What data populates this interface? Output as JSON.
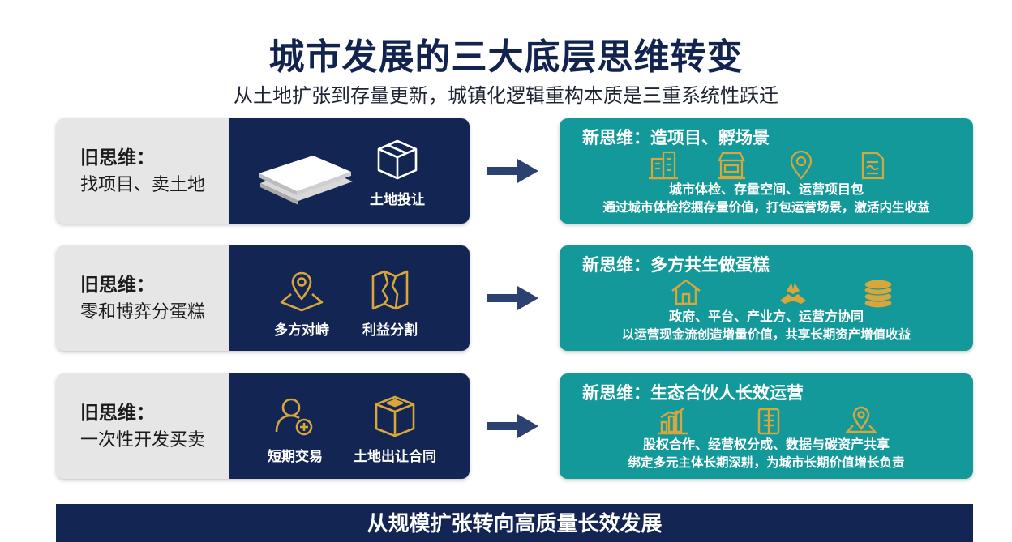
{
  "title": "城市发展的三大底层思维转变",
  "subtitle": "从土地扩张到存量更新，城镇化逻辑重构本质是三重系统性跃迁",
  "rows": [
    {
      "old_heading": "旧思维：",
      "old_text": "找项目、卖土地",
      "old_items": [
        "土地投让"
      ],
      "old_icons": [
        "land-layers-icon",
        "box-icon"
      ],
      "new_title": "新思维：造项目、孵场景",
      "new_icons": [
        "building-icon",
        "shop-icon",
        "location-pin-icon",
        "document-icon"
      ],
      "new_line1": "城市体检、存量空间、运营项目包",
      "new_line2": "通过城市体检挖掘存量价值，打包运营场景，激活内生收益"
    },
    {
      "old_heading": "旧思维：",
      "old_text": "零和博弈分蛋糕",
      "old_items": [
        "多方对峙",
        "利益分割"
      ],
      "old_icons": [
        "map-pin-icon",
        "split-map-icon"
      ],
      "new_title": "新思维：多方共生做蛋糕",
      "new_icons": [
        "house-icon",
        "handshake-icon",
        "coin-stack-icon"
      ],
      "new_line1": "政府、平台、产业方、运营方协同",
      "new_line2": "以运营现金流创造增量价值，共享长期资产增值收益"
    },
    {
      "old_heading": "旧思维：",
      "old_text": "一次性开发买卖",
      "old_items": [
        "短期交易",
        "土地出让合同"
      ],
      "old_icons": [
        "person-add-icon",
        "package-icon"
      ],
      "new_title": "新思维：生态合伙人长效运营",
      "new_icons": [
        "bar-chart-icon",
        "ledger-icon",
        "location-icon"
      ],
      "new_line1": "股权合作、经营权分成、数据与碳资产共享",
      "new_line2": "绑定多元主体长期深耕，为城市长期价值增长负责"
    }
  ],
  "footer": "从规模扩张转向高质量长效发展",
  "colors": {
    "navy": "#132552",
    "teal": "#13999a",
    "gold": "#d9a63c",
    "light_gray": "#e6e6e6",
    "arrow": "#2b4170"
  }
}
